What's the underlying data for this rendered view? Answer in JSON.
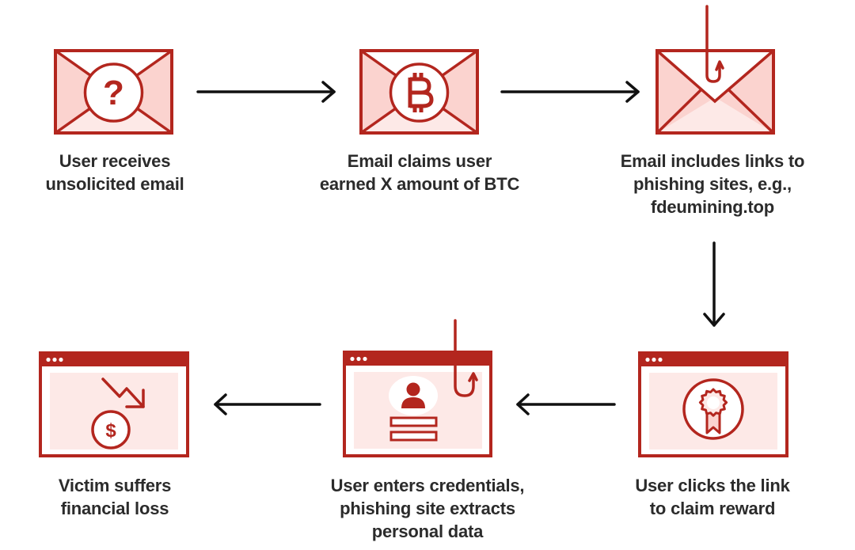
{
  "diagram": {
    "type": "flow",
    "title_visible": false,
    "colors": {
      "accent": "#B3261E",
      "fill_medium": "#FBD3CF",
      "fill_light": "#FDE9E7",
      "text": "#2B2B2B",
      "arrow": "#111111"
    },
    "steps": [
      {
        "id": "step-1",
        "icon": "envelope-question-icon",
        "label_lines": [
          "User receives",
          "unsolicited email"
        ],
        "icon_glyph": "?"
      },
      {
        "id": "step-2",
        "icon": "envelope-bitcoin-icon",
        "label_lines": [
          "Email claims user",
          "earned X amount of BTC"
        ],
        "icon_glyph": "₿"
      },
      {
        "id": "step-3",
        "icon": "envelope-hook-icon",
        "label_lines": [
          "Email includes links to",
          "phishing sites, e.g.,",
          "fdeumining.top"
        ]
      },
      {
        "id": "step-4",
        "icon": "browser-award-icon",
        "label_lines": [
          "User clicks the link",
          "to claim reward"
        ]
      },
      {
        "id": "step-5",
        "icon": "browser-credentials-hook-icon",
        "label_lines": [
          "User enters credentials,",
          "phishing site extracts",
          "personal data"
        ]
      },
      {
        "id": "step-6",
        "icon": "browser-money-loss-icon",
        "label_lines": [
          "Victim suffers",
          "financial loss"
        ],
        "icon_glyph": "$"
      }
    ],
    "edges": [
      {
        "from": "step-1",
        "to": "step-2",
        "direction": "right"
      },
      {
        "from": "step-2",
        "to": "step-3",
        "direction": "right"
      },
      {
        "from": "step-3",
        "to": "step-4",
        "direction": "down"
      },
      {
        "from": "step-4",
        "to": "step-5",
        "direction": "left"
      },
      {
        "from": "step-5",
        "to": "step-6",
        "direction": "left"
      }
    ]
  }
}
